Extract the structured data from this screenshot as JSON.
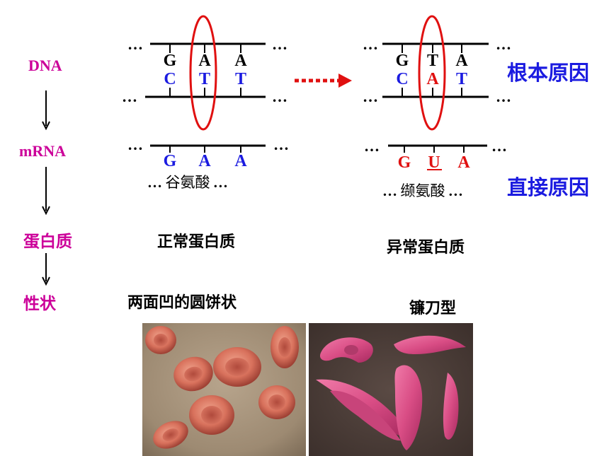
{
  "labels": {
    "dna": "DNA",
    "mrna": "mRNA",
    "protein": "蛋白质",
    "trait": "性状"
  },
  "ellipsis": "…",
  "normal": {
    "dna_top": [
      "G",
      "A",
      "A"
    ],
    "dna_bottom": [
      "C",
      "T",
      "T"
    ],
    "mrna": [
      "G",
      "A",
      "A"
    ],
    "amino_acid": "谷氨酸",
    "protein": "正常蛋白质",
    "trait": "两面凹的圆饼状"
  },
  "abnormal": {
    "dna_top": [
      "G",
      "T",
      "A"
    ],
    "dna_bottom": [
      "C",
      "A",
      "T"
    ],
    "mrna": [
      "G",
      "U",
      "A"
    ],
    "amino_acid": "缬氨酸",
    "protein": "异常蛋白质",
    "trait": "镰刀型"
  },
  "causes": {
    "root": "根本原因",
    "direct": "直接原因"
  },
  "colors": {
    "label": "#cc0099",
    "base_blue": "#1b1be0",
    "base_red": "#e01010",
    "highlight_ellipse": "#e01010",
    "arrow": "#e01010",
    "cause_text": "#1b1be0"
  }
}
